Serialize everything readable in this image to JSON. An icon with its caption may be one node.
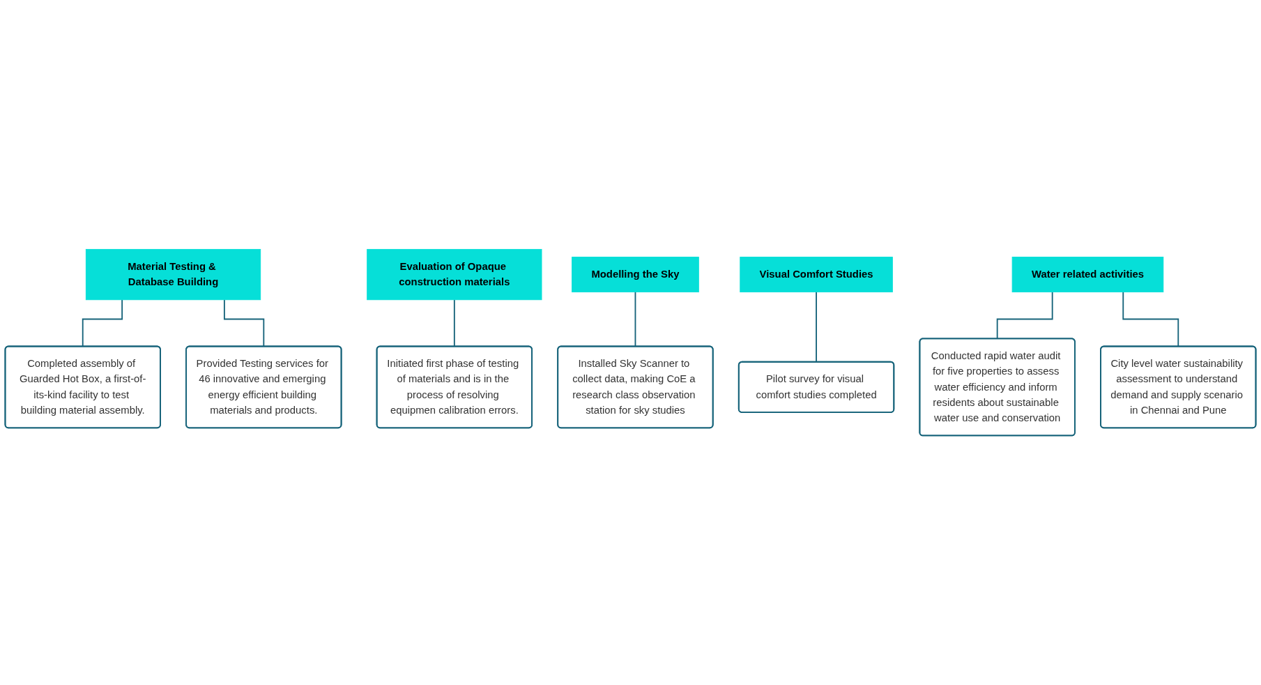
{
  "diagram": {
    "nodes": [
      {
        "text": [
          "Material Testing & Database Building"
        ]
      },
      {
        "text": [
          "Completed assembly of Guarded Hot Box, a first-of-its-kind facility to test building material assembly."
        ]
      },
      {
        "text": [
          "Provided Testing services for 46 innovative and emerging energy efficient building materials and products."
        ]
      },
      {
        "text": [
          "Evaluation of Opaque construction materials"
        ]
      },
      {
        "text": [
          "Initiated first phase of testing of materials and is in the process of resolving equipmen calibration errors."
        ]
      },
      {
        "text": [
          "Modelling the Sky"
        ]
      },
      {
        "text": [
          "Installed Sky Scanner to collect data, making CoE a research class observation station for sky studies"
        ]
      },
      {
        "text": [
          "Visual Comfort Studies"
        ]
      },
      {
        "text": [
          "Pilot survey for visual comfort studies completed"
        ]
      },
      {
        "text": [
          "Water related activities"
        ]
      },
      {
        "text": [
          "Conducted rapid water audit for five properties to assess water efficiency and inform residents about sustainable water use and conservation"
        ]
      },
      {
        "text": [
          "City level water sustainability assessment to understand demand and supply scenario in Chennai and Pune"
        ]
      }
    ],
    "edges": [
      {
        "from": 0,
        "to": 1,
        "arrow": "none"
      },
      {
        "from": 0,
        "to": 2,
        "arrow": "none"
      },
      {
        "from": 3,
        "to": 4,
        "arrow": "none"
      },
      {
        "from": 5,
        "to": 6,
        "arrow": "none"
      },
      {
        "from": 7,
        "to": 8,
        "arrow": "none"
      },
      {
        "from": 9,
        "to": 10,
        "arrow": "none"
      },
      {
        "from": 9,
        "to": 11,
        "arrow": "none"
      }
    ]
  }
}
